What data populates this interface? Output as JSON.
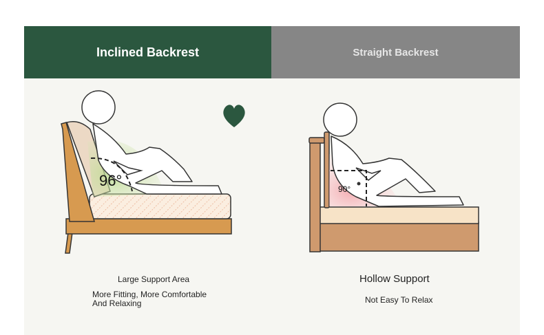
{
  "tabs": {
    "left": "Inclined Backrest",
    "right": "Straight Backrest"
  },
  "left_panel": {
    "angle": "96°",
    "caption_title": "Large Support Area",
    "caption_body": "More Fitting, More Comfortable And Relaxing"
  },
  "right_panel": {
    "angle": "90°",
    "caption_title": "Hollow Support",
    "caption_body": "Not Easy To Relax"
  },
  "colors": {
    "tab_active": "#2b573f",
    "tab_inactive": "#868686",
    "wood": "#d79a50",
    "heart": "#2b573f",
    "left_highlight": "#c8dc9a",
    "right_highlight": "#f6b4b8"
  },
  "icons": [
    "heart-icon"
  ]
}
